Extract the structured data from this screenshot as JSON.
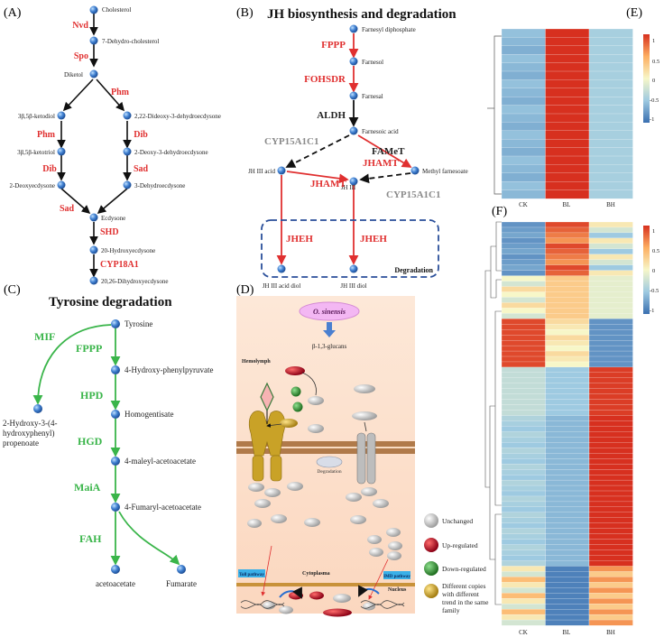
{
  "panelA": {
    "label": "(A)",
    "nodes": [
      "Cholesterol",
      "7-Dehydro-cholesterol",
      "Diketol",
      "3β,5β-ketodiol",
      "2,22-Dideoxy-3-dehydroecdysone",
      "3β,5β-ketotriol",
      "2-Deoxy-3-dehydroecdysone",
      "2-Deoxyecdysone",
      "3-Dehydroecdysone",
      "Ecdysone",
      "20-Hydroxyecdysone",
      "20,26-Dihydroxyecdysone"
    ],
    "enzymes": [
      "Nvd",
      "Spo",
      "Phm",
      "Phm",
      "Dib",
      "Dib",
      "Sad",
      "Sad",
      "SHD",
      "CYP18A1"
    ],
    "colors": {
      "red": "#e03030",
      "node": "#3f7fd0"
    }
  },
  "panelB": {
    "label": "(B)",
    "title": "JH biosynthesis and degradation",
    "nodes": [
      "Farnesyl diphosphate",
      "Farnesol",
      "Farnesal",
      "Farnesoic acid",
      "JH III acid",
      "Methyl farnesoate",
      "JH III",
      "JH III acid diol",
      "JH III diol"
    ],
    "enzymes": [
      "FPPP",
      "FOHSDR",
      "ALDH",
      "CYP15A1C1",
      "FAMeT",
      "JHAMT",
      "JHAMT",
      "CYP15A1C1",
      "JHEH",
      "JHEH"
    ],
    "box_label": "Degradation",
    "colors": {
      "box": "#2a4f9a",
      "grey": "#8a8a8a"
    }
  },
  "panelC": {
    "label": "(C)",
    "title": "Tyrosine degradation",
    "nodes": [
      "Tyrosine",
      "4-Hydroxy-phenylpyruvate",
      "Homogentisate",
      "4-maleyl-acetoacetate",
      "4-Fumaryl-acetoacetate",
      "acetoacetate",
      "Fumarate"
    ],
    "side_node": [
      "2-Hydroxy-3-(4-",
      "hydroxyphenyl)",
      "propenoate"
    ],
    "enzymes": [
      "MIF",
      "FPPP",
      "HPD",
      "HGD",
      "MaiA",
      "FAH"
    ],
    "colors": {
      "green": "#3ab54a"
    }
  },
  "panelD": {
    "label": "(D)",
    "pathogen": "O. sinensis",
    "glucan": "β-1,3-glucans",
    "hemolymph": "Hemolymph",
    "cytoplasma": "Cytoplasma",
    "nucleus": "Nucleus",
    "toll": "Toll pathway",
    "imd": "IMD pathway",
    "degradation": "Degradation",
    "legend": [
      "Unchanged",
      "Up-regulated",
      "Down-regulated",
      [
        "Different copies",
        "with different",
        "trend in the same",
        "family"
      ]
    ],
    "colors": {
      "bg": "#fce3d2",
      "up": "#c8102e",
      "down": "#3a9a3a",
      "diff": "#c9a227",
      "grey": "#bdbdbd"
    }
  },
  "panelE": {
    "label": "(E)",
    "columns": [
      "CK",
      "BL",
      "BH"
    ],
    "scale_ticks": [
      "1",
      "0.5",
      "0",
      "-0.5",
      "-1"
    ]
  },
  "panelF": {
    "label": "(F)",
    "columns": [
      "CK",
      "BL",
      "BH"
    ],
    "scale_ticks": [
      "1",
      "0.5",
      "0",
      "-0.5",
      "-1"
    ]
  }
}
